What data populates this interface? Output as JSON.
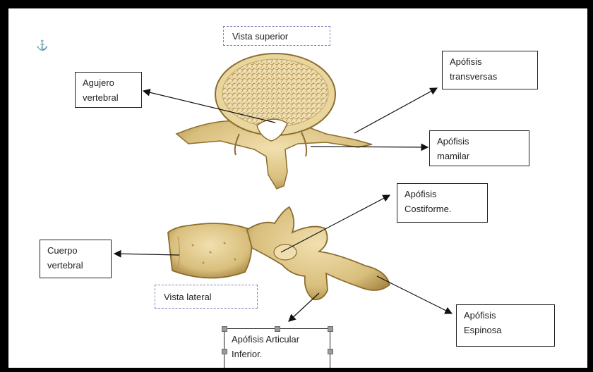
{
  "anchor_icon": "anchor-icon",
  "views": {
    "top": "Vista superior",
    "side": "Vista lateral"
  },
  "labels": {
    "agujero": "Agujero\nvertebral",
    "transversas": "Apófisis\ntransversas",
    "mamilar": "Apófisis\nmamilar",
    "costiforme": "Apófisis\nCostiforme.",
    "cuerpo": "Cuerpo\nvertebral",
    "espinosa": "Apófisis\nEspinosa",
    "articular": "Apófisis Articular\nInferior."
  },
  "colors": {
    "bone": "#d9bf7d",
    "bone_dark": "#9f7d3a",
    "dashed_border": "#8a7fb8"
  }
}
